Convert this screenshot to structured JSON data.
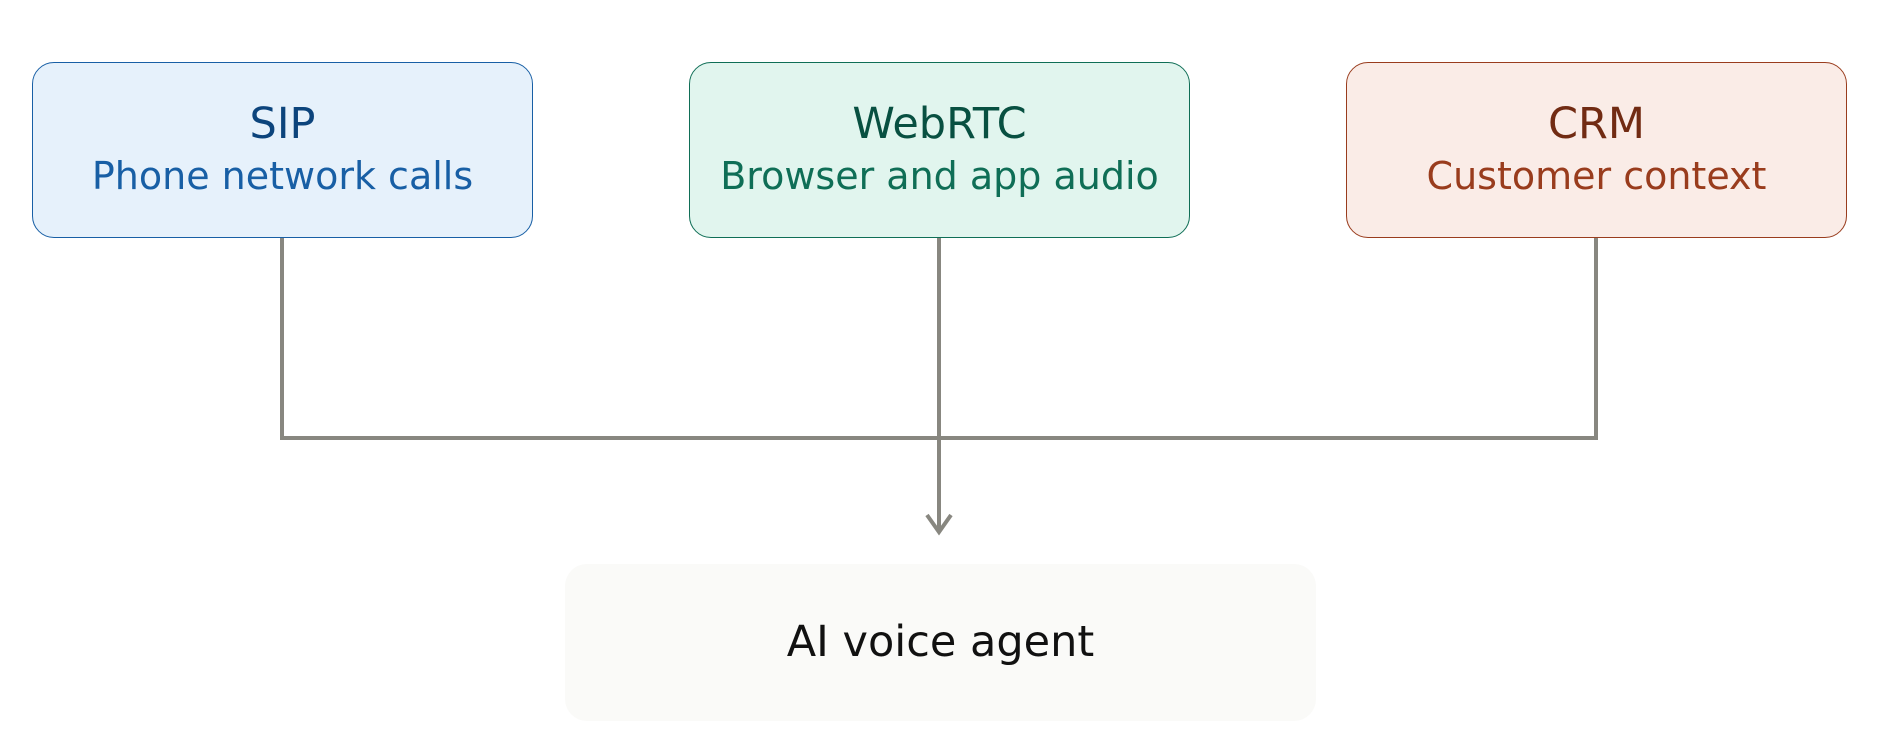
{
  "nodes": {
    "sip": {
      "title": "SIP",
      "subtitle": "Phone network calls",
      "colors": {
        "fill": "#e6f1fb",
        "border": "#185fa5",
        "title": "#0c447c",
        "subtitle": "#185fa5"
      }
    },
    "webrtc": {
      "title": "WebRTC",
      "subtitle": "Browser and app audio",
      "colors": {
        "fill": "#e1f5ee",
        "border": "#0f6e56",
        "title": "#085041",
        "subtitle": "#0f6e56"
      }
    },
    "crm": {
      "title": "CRM",
      "subtitle": "Customer context",
      "colors": {
        "fill": "#faece7",
        "border": "#993c1d",
        "title": "#712b13",
        "subtitle": "#993c1d"
      }
    },
    "agent": {
      "title": "AI voice agent",
      "colors": {
        "fill": "#fafaf8",
        "title": "#111111"
      }
    }
  },
  "connector_color": "#888780"
}
